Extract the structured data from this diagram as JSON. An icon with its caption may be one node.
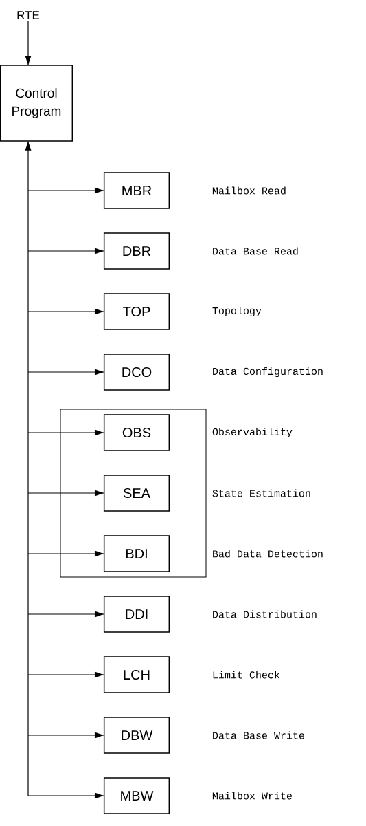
{
  "diagram": {
    "nodes": [
      {
        "text": [
          "RTE"
        ]
      },
      {
        "text": [
          "Control Program"
        ]
      },
      {
        "text": [
          "MBR"
        ]
      },
      {
        "text": [
          "DBR"
        ]
      },
      {
        "text": [
          "TOP"
        ]
      },
      {
        "text": [
          "DCO"
        ]
      },
      {
        "text": [],
        "shape": "box"
      },
      {
        "text": [
          "OBS"
        ],
        "in": 6
      },
      {
        "text": [
          "SEA"
        ],
        "in": 6
      },
      {
        "text": [
          "BDI"
        ],
        "in": 6
      },
      {
        "text": [
          "DDI"
        ]
      },
      {
        "text": [
          "LCH"
        ]
      },
      {
        "text": [
          "DBW"
        ]
      },
      {
        "text": [
          "MBW"
        ]
      }
    ],
    "edges": [
      {
        "from": 0,
        "to": 1,
        "arrow": "to"
      },
      {
        "from": null,
        "to": 1,
        "arrow": "to"
      },
      {
        "from": null,
        "to": 2,
        "arrow": "to"
      },
      {
        "from": null,
        "to": 3,
        "arrow": "to"
      },
      {
        "from": null,
        "to": 4,
        "arrow": "to"
      },
      {
        "from": null,
        "to": 5,
        "arrow": "to"
      },
      {
        "from": null,
        "to": 7,
        "arrow": "to"
      },
      {
        "from": null,
        "to": 8,
        "arrow": "to"
      },
      {
        "from": null,
        "to": 9,
        "arrow": "to"
      },
      {
        "from": null,
        "to": 10,
        "arrow": "to"
      },
      {
        "from": null,
        "to": 11,
        "arrow": "to"
      },
      {
        "from": null,
        "to": 12,
        "arrow": "to"
      },
      {
        "from": null,
        "to": 13,
        "arrow": "to"
      }
    ],
    "labels": [
      "Mailbox Read",
      "Data Base Read",
      "Topology",
      "Data Configuration",
      "Observability",
      "State Estimation",
      "Bad Data Detection",
      "Data Distribution",
      "Limit Check",
      "Data Base Write",
      "Mailbox Write"
    ]
  }
}
